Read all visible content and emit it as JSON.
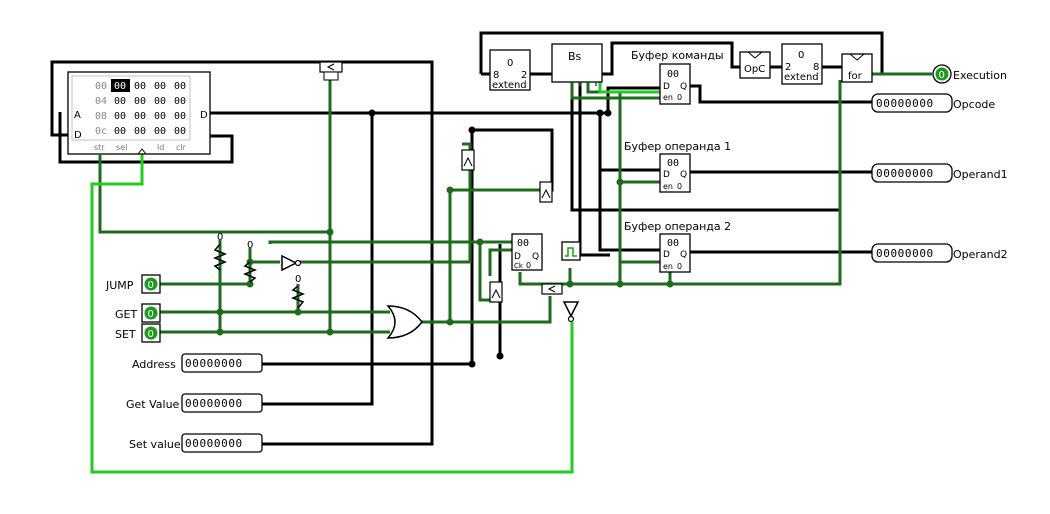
{
  "ram": {
    "addresses": [
      "00",
      "04",
      "08",
      "0c"
    ],
    "rows": [
      [
        "00",
        "00",
        "00",
        "00"
      ],
      [
        "00",
        "00",
        "00",
        "00"
      ],
      [
        "00",
        "00",
        "00",
        "00"
      ],
      [
        "00",
        "00",
        "00",
        "00"
      ]
    ],
    "port_a": "A",
    "port_d_in": "D",
    "port_d_out": "D",
    "pins": [
      "str",
      "sel",
      "ld",
      "clr"
    ]
  },
  "inputs": {
    "jump": {
      "label": "JUMP",
      "value": "0"
    },
    "get": {
      "label": "GET",
      "value": "0"
    },
    "set": {
      "label": "SET",
      "value": "0"
    }
  },
  "bus_inputs": [
    {
      "label": "Address",
      "value": "00000000"
    },
    {
      "label": "Get Value",
      "value": "00000000"
    },
    {
      "label": "Set value",
      "value": "00000000"
    }
  ],
  "outputs": {
    "execution": {
      "label": "Execution",
      "value": "0"
    },
    "opcode": {
      "label": "Opcode",
      "value": "00000000"
    },
    "operand1": {
      "label": "Operand1",
      "value": "00000000"
    },
    "operand2": {
      "label": "Operand2",
      "value": "00000000"
    }
  },
  "registers": {
    "command": {
      "label": "Буфер команды",
      "value": "00",
      "d": "D",
      "q": "Q",
      "en": "en",
      "zero": "0"
    },
    "operand1": {
      "label": "Буфер операнда 1",
      "value": "00",
      "d": "D",
      "q": "Q",
      "en": "en",
      "zero": "0"
    },
    "operand2": {
      "label": "Буфер операнда 2",
      "value": "00",
      "d": "D",
      "q": "Q",
      "en": "en",
      "zero": "0"
    },
    "state": {
      "value": "00",
      "d": "D",
      "q": "Q",
      "ck": "Ck",
      "zero": "0"
    }
  },
  "components": {
    "extend_left": {
      "top": "0",
      "left": "8",
      "right": "2",
      "name": "extend"
    },
    "bs": "Bs",
    "opc": "OpC",
    "extend_right": {
      "top": "0",
      "left": "2",
      "right": "8",
      "name": "extend"
    },
    "for": "for",
    "const_zero": "0"
  }
}
